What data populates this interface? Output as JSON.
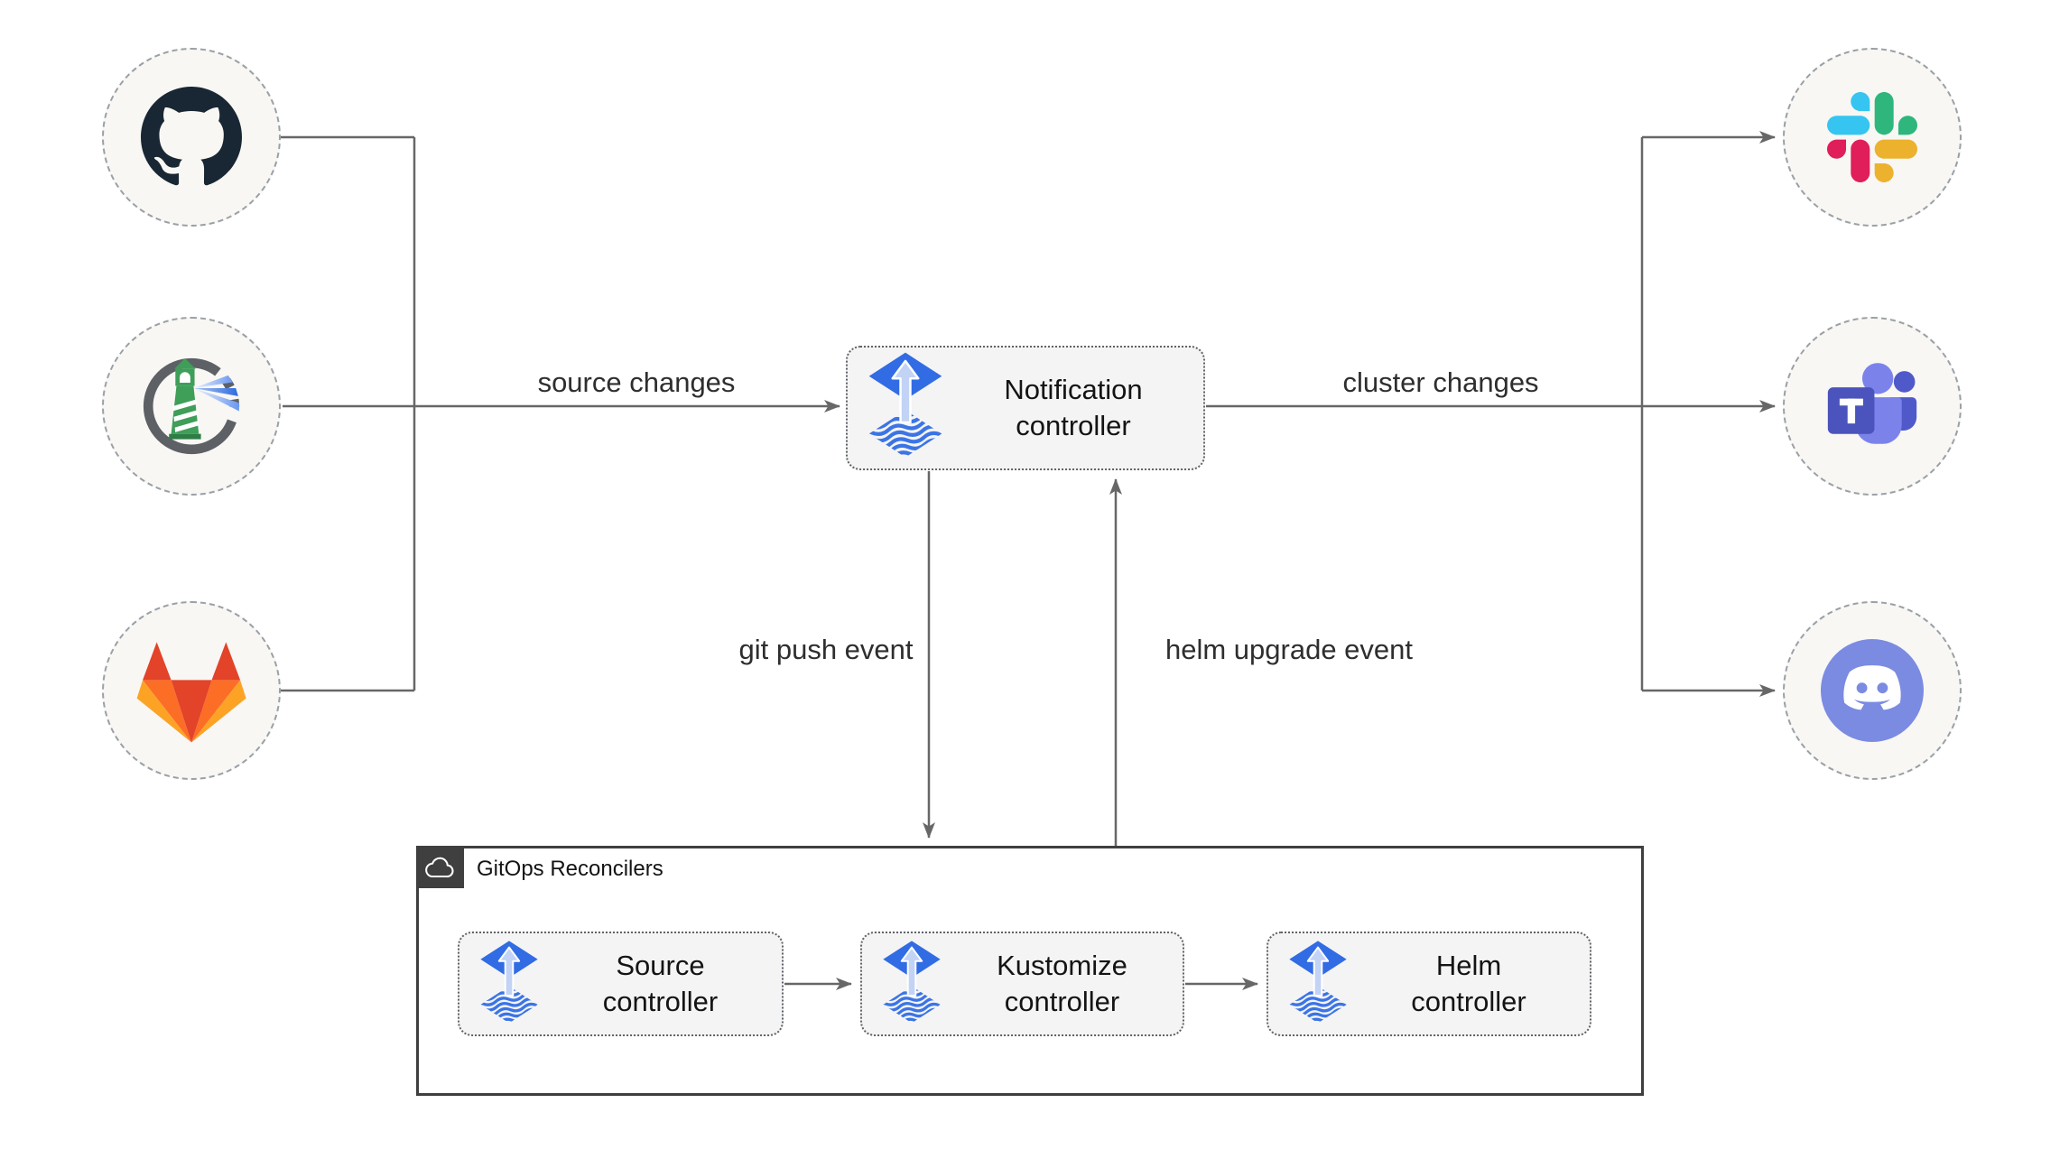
{
  "edge_labels": {
    "source_changes": "source changes",
    "cluster_changes": "cluster changes",
    "git_push_event": "git push event",
    "helm_upgrade_event": "helm upgrade event"
  },
  "notification_controller": {
    "label": "Notification controller",
    "icon": "flux-logo-icon"
  },
  "sources": [
    {
      "name": "GitHub",
      "icon": "github-icon"
    },
    {
      "name": "Harbor",
      "icon": "harbor-icon"
    },
    {
      "name": "GitLab",
      "icon": "gitlab-icon"
    }
  ],
  "notification_targets": [
    {
      "name": "Slack",
      "icon": "slack-icon"
    },
    {
      "name": "Microsoft Teams",
      "icon": "teams-icon"
    },
    {
      "name": "Discord",
      "icon": "discord-icon"
    }
  ],
  "gitops_reconcilers": {
    "title": "GitOps Reconcilers",
    "icon": "cloud-icon",
    "controllers": [
      {
        "label": "Source controller",
        "icon": "flux-logo-icon"
      },
      {
        "label": "Kustomize controller",
        "icon": "flux-logo-icon"
      },
      {
        "label": "Helm controller",
        "icon": "flux-logo-icon"
      }
    ]
  },
  "colors": {
    "background": "#ffffff",
    "node_fill": "#f8f7f4",
    "node_border": "#9aa0a6",
    "box_fill": "#f4f4f4",
    "box_border": "#5f6368",
    "container_border": "#3f3f3f",
    "connector": "#676767",
    "label_text": "#141414",
    "flux_blue": "#316ce4",
    "flux_arrow": "#c2d3f6",
    "slack": [
      "#36c5f0",
      "#2eb67d",
      "#ecb22e",
      "#e01e5a"
    ],
    "gitlab": [
      "#e24329",
      "#fc6d26",
      "#fca326"
    ],
    "teams": [
      "#4b53bc",
      "#5059c9",
      "#7b83eb"
    ],
    "discord": "#7b8be2",
    "github_mark": "#182733",
    "harbor_green": "#3f9e58"
  }
}
